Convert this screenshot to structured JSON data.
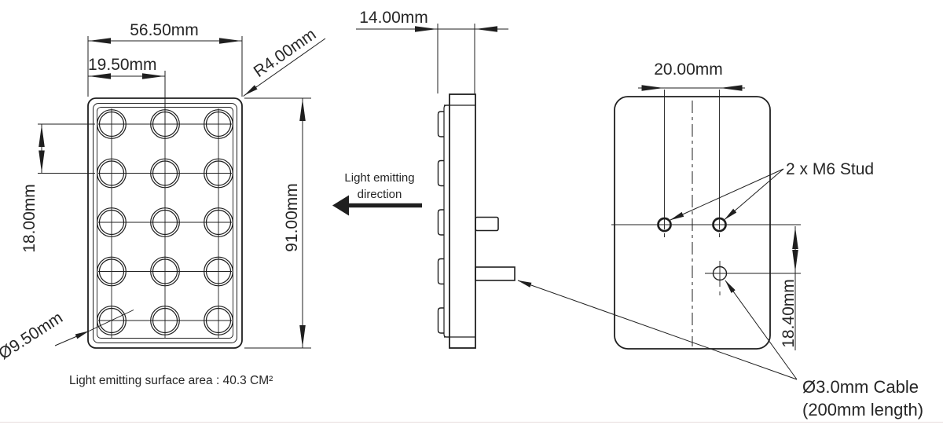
{
  "front_view": {
    "width_label": "56.50mm",
    "led_pitch_horizontal_label": "19.50mm",
    "corner_radius_label": "R4.00mm",
    "led_pitch_vertical_label": "18.00mm",
    "height_label": "91.00mm",
    "led_diameter_label": "Ø9.50mm",
    "surface_area_note": "Light emitting surface area : 40.3 CM²"
  },
  "side_view": {
    "thickness_label": "14.00mm",
    "light_direction_line1": "Light emitting",
    "light_direction_line2": "direction"
  },
  "back_view": {
    "stud_spacing_label": "20.00mm",
    "stud_note": "2  x M6 Stud",
    "cable_offset_label": "18.40mm",
    "cable_note_line1": "Ø3.0mm Cable",
    "cable_note_line2": "(200mm length)"
  },
  "colors": {
    "line": "#1f1f1f",
    "background": "#ffffff"
  }
}
